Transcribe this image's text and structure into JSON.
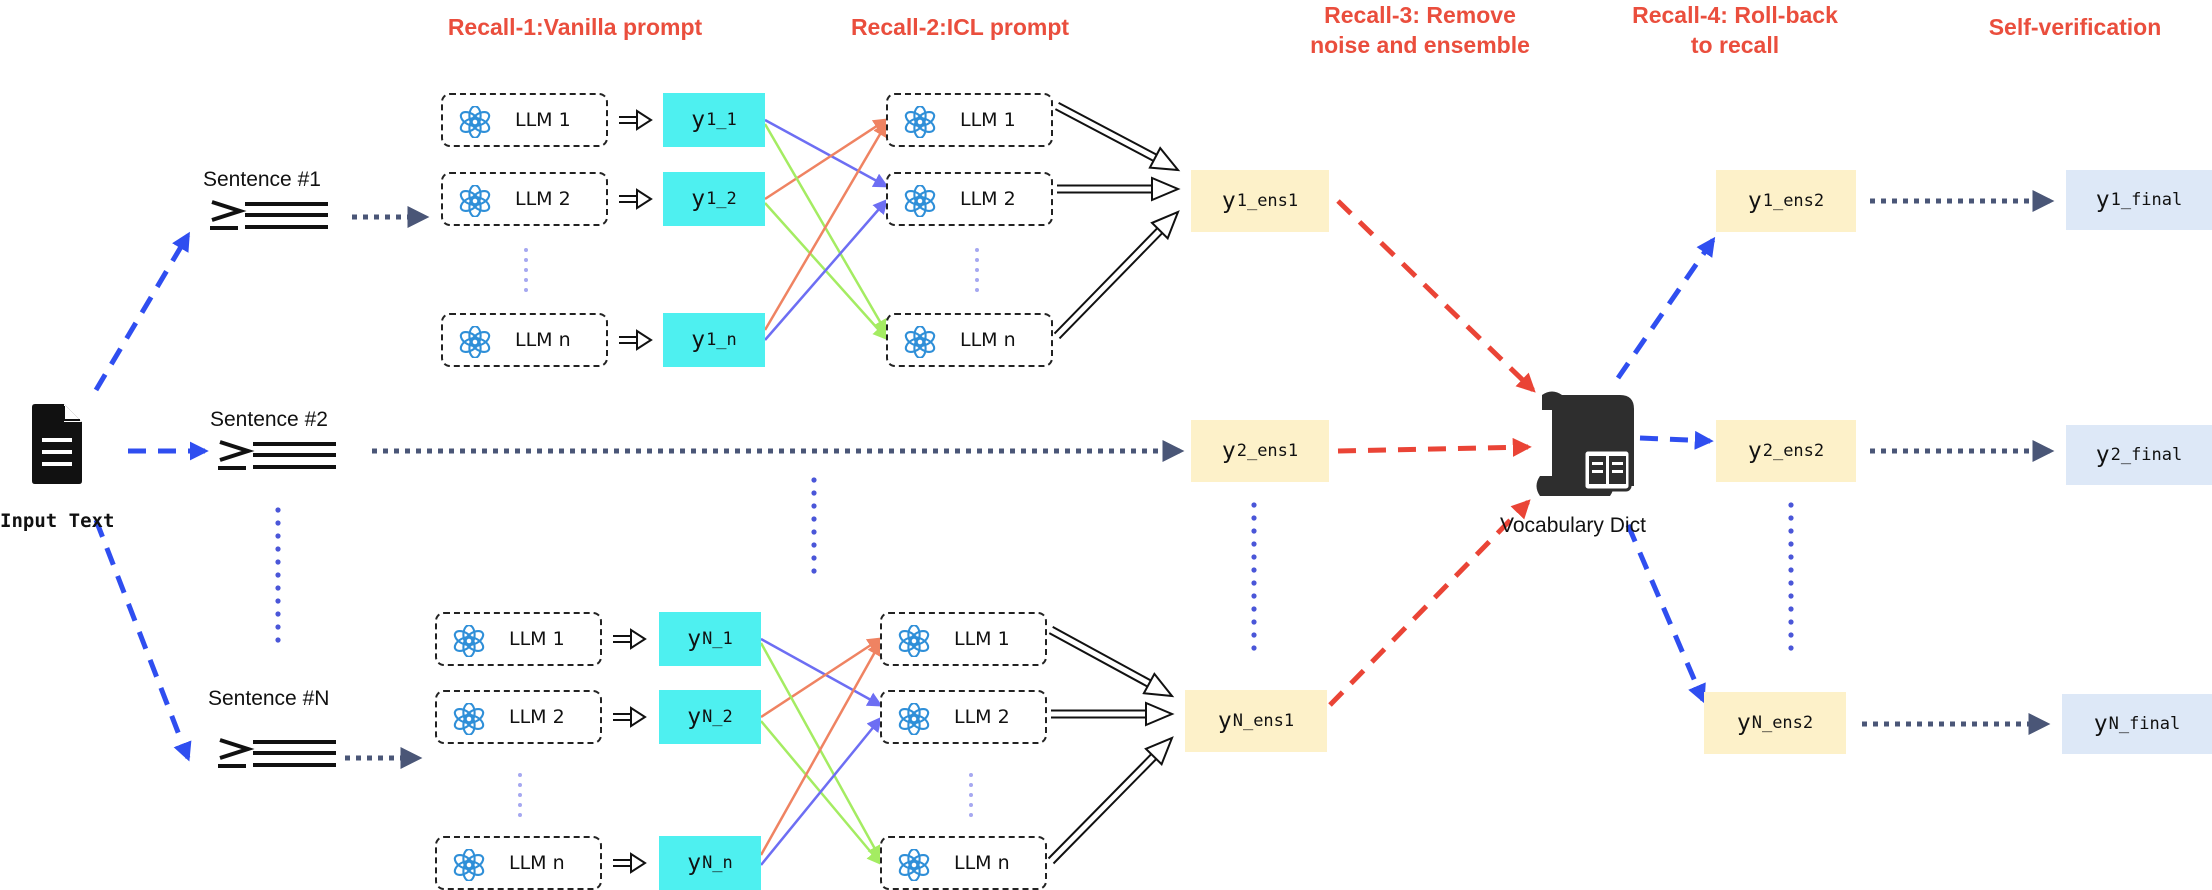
{
  "stages": [
    {
      "id": "recall1",
      "line1": "Recall-1:Vanilla prompt",
      "line2": ""
    },
    {
      "id": "recall2",
      "line1": "Recall-2:ICL prompt",
      "line2": ""
    },
    {
      "id": "recall3",
      "line1": "Recall-3: Remove",
      "line2": "noise and ensemble"
    },
    {
      "id": "recall4",
      "line1": "Recall-4: Roll-back",
      "line2": "to recall"
    },
    {
      "id": "selfver",
      "line1": "Self-verification",
      "line2": ""
    }
  ],
  "input": {
    "label": "Input Text",
    "icon": "document-icon"
  },
  "sentences": [
    "Sentence #1",
    "Sentence #2",
    "Sentence #N"
  ],
  "llm": {
    "labels": [
      "LLM 1",
      "LLM 2",
      "LLM n"
    ],
    "icon": "openai-logo-icon"
  },
  "outputs": {
    "s1": [
      {
        "base": "y",
        "sub": "1_1"
      },
      {
        "base": "y",
        "sub": "1_2"
      },
      {
        "base": "y",
        "sub": "1_n"
      }
    ],
    "sN": [
      {
        "base": "y",
        "sub": "N_1"
      },
      {
        "base": "y",
        "sub": "N_2"
      },
      {
        "base": "y",
        "sub": "N_n"
      }
    ]
  },
  "ens1": [
    {
      "base": "y",
      "sub": "1_ens1"
    },
    {
      "base": "y",
      "sub": "2_ens1"
    },
    {
      "base": "y",
      "sub": "N_ens1"
    }
  ],
  "dict": {
    "label": "Vocabulary Dict",
    "icon": "vocabulary-dict-icon"
  },
  "ens2": [
    {
      "base": "y",
      "sub": "1_ens2"
    },
    {
      "base": "y",
      "sub": "2_ens2"
    },
    {
      "base": "y",
      "sub": "N_ens2"
    }
  ],
  "final": [
    {
      "base": "y",
      "sub": "1_final"
    },
    {
      "base": "y",
      "sub": "2_final"
    },
    {
      "base": "y",
      "sub": "N_final"
    }
  ],
  "colors": {
    "stage_title": "#ea4e3d",
    "dash_blue": "#2f4ef0",
    "dot_navy": "#4a5677",
    "dash_red": "#ea4436",
    "cross_red": "#ef8362",
    "cross_blue": "#6d6ef3",
    "cross_green": "#a4ec62",
    "vdots": "#4a56d8",
    "vdots_light": "#a6a8f0",
    "cyan_box": "#4ef0f0",
    "cream_box": "#fdf1c9",
    "pale_box": "#dde8f7"
  }
}
